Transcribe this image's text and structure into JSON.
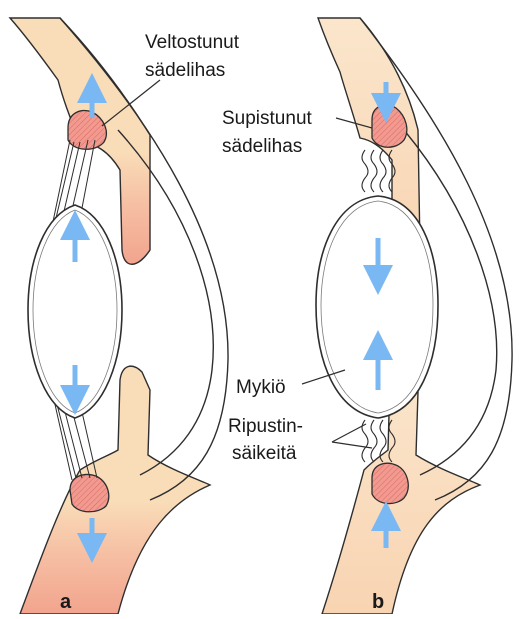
{
  "labels": {
    "relaxed_muscle_line1": "Veltostunut",
    "relaxed_muscle_line2": "sädelihas",
    "contracted_muscle_line1": "Supistunut",
    "contracted_muscle_line2": "sädelihas",
    "lens": "Mykiö",
    "zonule_line1": "Ripustin-",
    "zonule_line2": "säikeitä"
  },
  "panels": {
    "a": "a",
    "b": "b"
  },
  "colors": {
    "tissue_light": "#f9dcb8",
    "tissue_pink": "#f4b29c",
    "muscle": "#f08e86",
    "arrow": "#79b8f2",
    "outline": "#2e2e2e"
  }
}
